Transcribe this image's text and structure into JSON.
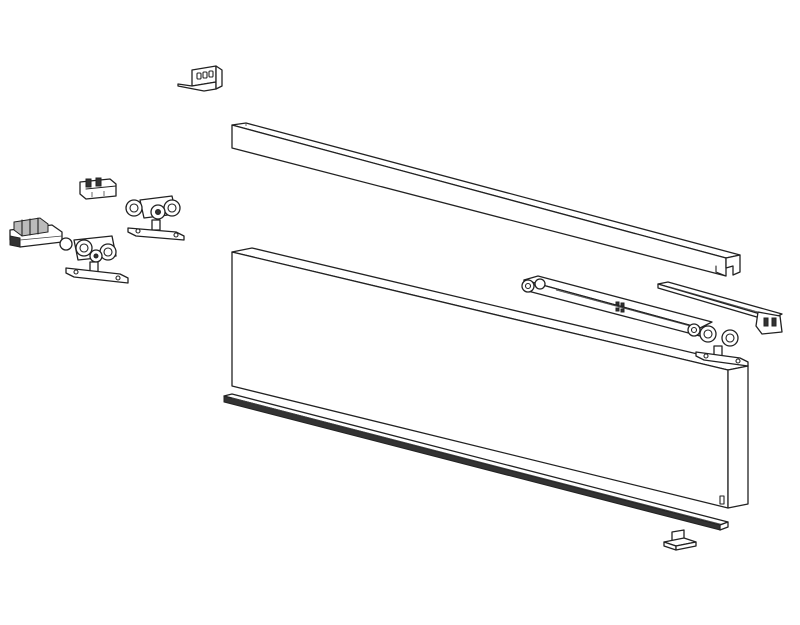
{
  "diagram": {
    "type": "exploded-assembly-drawing",
    "background_color": "#ffffff",
    "line_color": "#222222",
    "parts": [
      {
        "id": "l-mounting-bracket",
        "icon": "l-bracket-icon"
      },
      {
        "id": "top-track-rail",
        "icon": "rail-icon"
      },
      {
        "id": "end-stop-clip",
        "icon": "clip-icon"
      },
      {
        "id": "door-stopper-catch",
        "icon": "catch-icon"
      },
      {
        "id": "roller-carriage-upper",
        "icon": "roller-icon"
      },
      {
        "id": "roller-carriage-lower",
        "icon": "roller-icon"
      },
      {
        "id": "soft-close-damper",
        "icon": "damper-icon"
      },
      {
        "id": "damper-activator",
        "icon": "activator-icon"
      },
      {
        "id": "roller-carriage-right",
        "icon": "roller-icon"
      },
      {
        "id": "door-panel",
        "icon": "panel-icon"
      },
      {
        "id": "bottom-guide-channel",
        "icon": "channel-icon"
      },
      {
        "id": "floor-guide",
        "icon": "floor-guide-icon"
      }
    ]
  }
}
